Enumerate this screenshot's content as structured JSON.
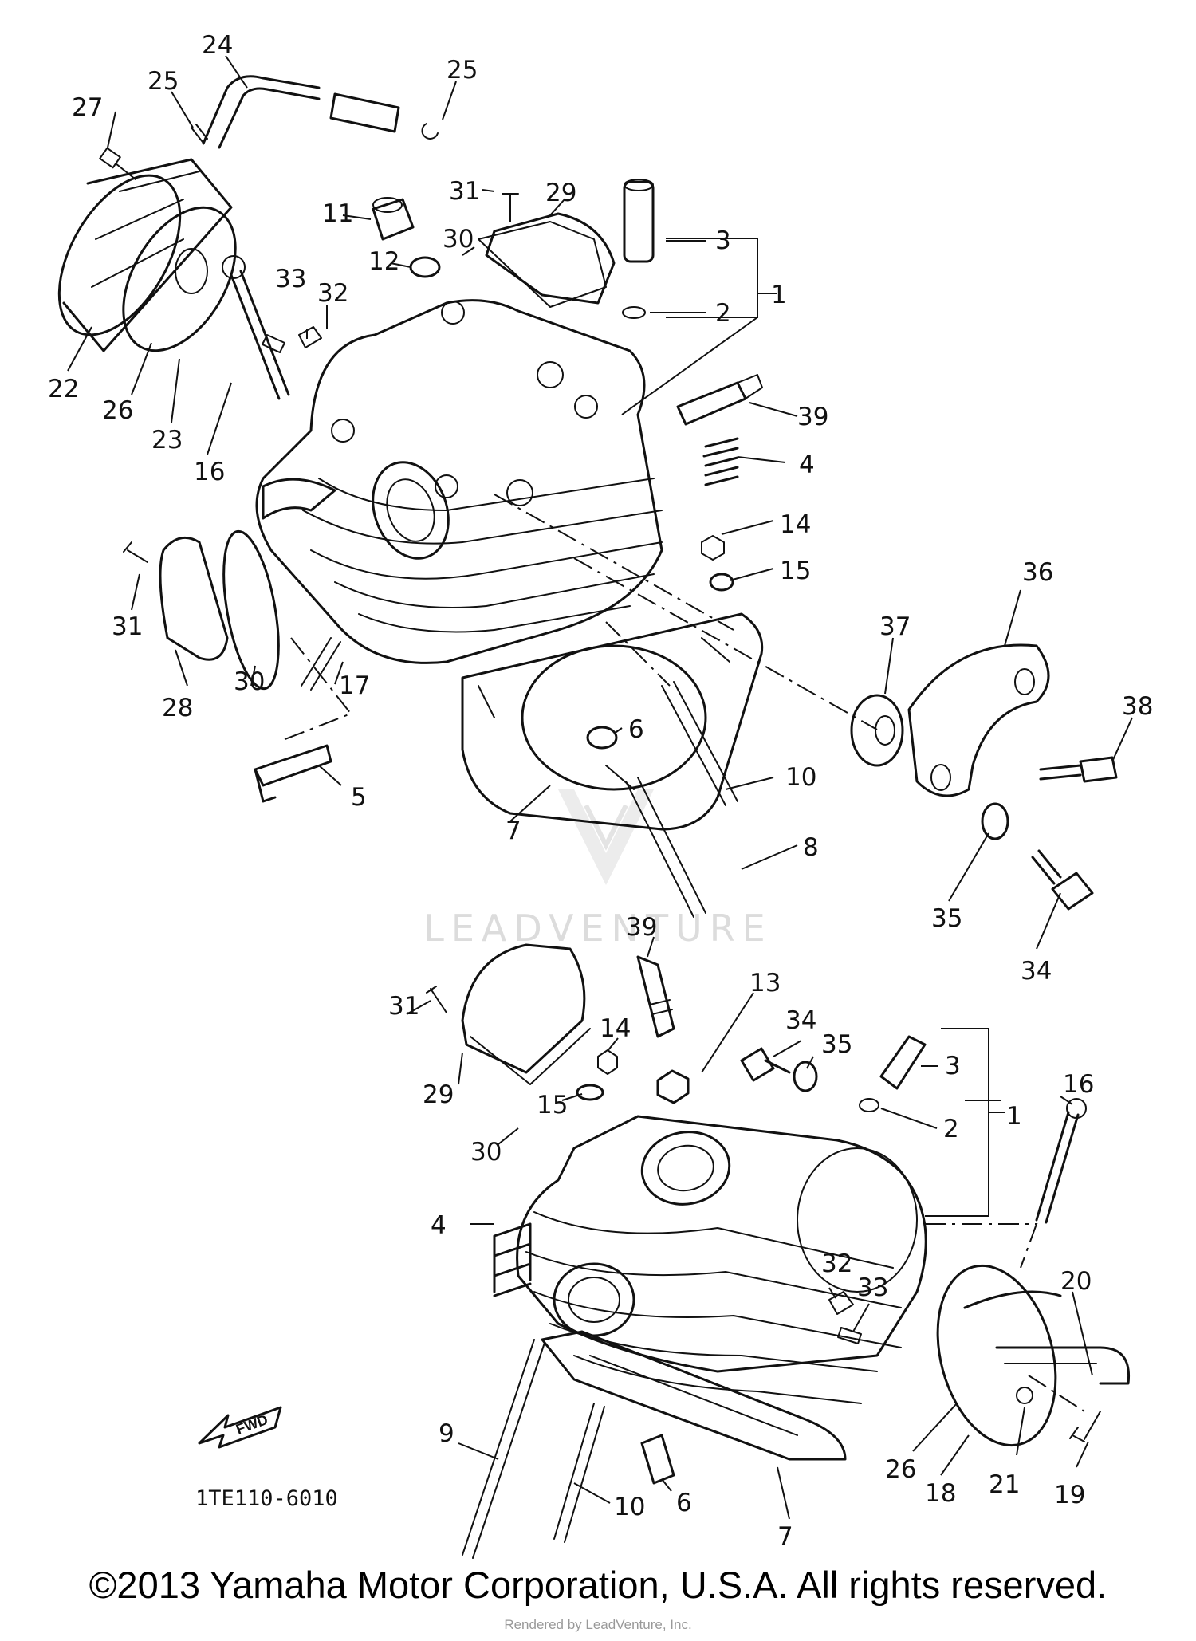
{
  "watermark": "LEADVENTURE",
  "diagram_code": "1TE110-6010",
  "fwd_label": "FWD",
  "copyright": "©2013 Yamaha Motor Corporation, U.S.A. All rights reserved.",
  "rendered_by": "Rendered by LeadVenture, Inc.",
  "callouts_upper": {
    "c24": "24",
    "c25a": "25",
    "c25b": "25",
    "c27": "27",
    "c31a": "31",
    "c29a": "29",
    "c30a": "30",
    "c11": "11",
    "c12": "12",
    "c3a": "3",
    "c2a": "2",
    "c1a": "1",
    "c33a": "33",
    "c32a": "32",
    "c22": "22",
    "c26a": "26",
    "c23": "23",
    "c16a": "16",
    "c39a": "39",
    "c4a": "4",
    "c14a": "14",
    "c15a": "15",
    "c36": "36",
    "c31b": "31",
    "c30b": "30",
    "c28": "28",
    "c17": "17",
    "c37": "37",
    "c38": "38",
    "c6a": "6",
    "c5": "5",
    "c10a": "10",
    "c7a": "7",
    "c8": "8",
    "c35a": "35",
    "c34a": "34"
  },
  "callouts_lower": {
    "c39b": "39",
    "c13": "13",
    "c34b": "34",
    "c14b": "14",
    "c35b": "35",
    "c3b": "3",
    "c16b": "16",
    "c31c": "31",
    "c29b": "29",
    "c2b": "2",
    "c15b": "15",
    "c30c": "30",
    "c1b": "1",
    "c4b": "4",
    "c20": "20",
    "c32b": "32",
    "c33b": "33",
    "c9": "9",
    "c26b": "26",
    "c18": "18",
    "c21": "21",
    "c19": "19",
    "c10b": "10",
    "c6b": "6",
    "c7b": "7"
  }
}
